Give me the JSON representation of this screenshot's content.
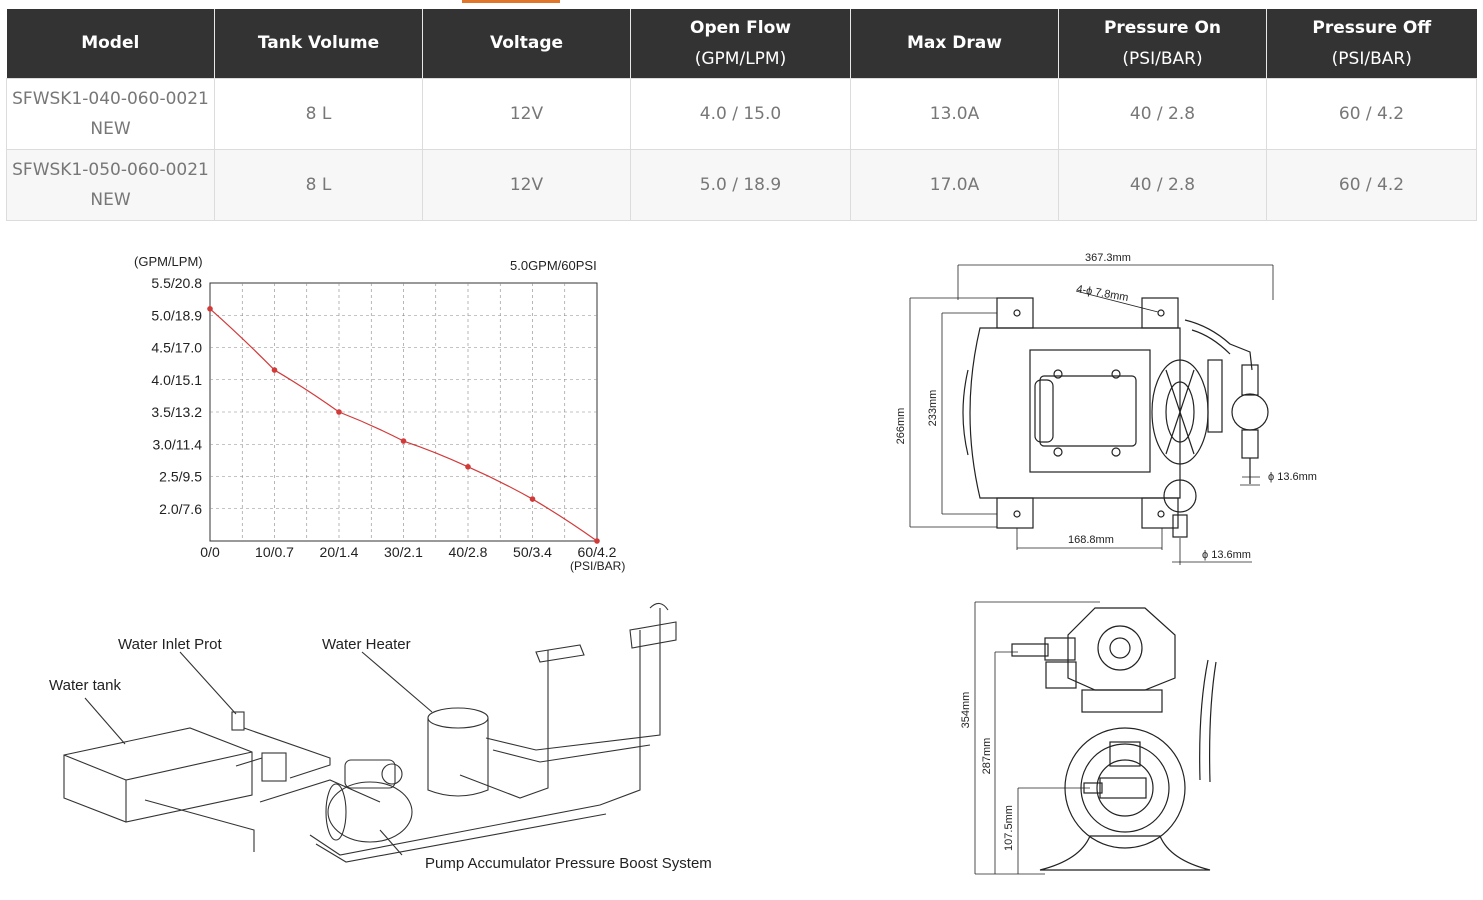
{
  "table": {
    "headers": [
      {
        "main": "Model",
        "sub": ""
      },
      {
        "main": "Tank Volume",
        "sub": ""
      },
      {
        "main": "Voltage",
        "sub": ""
      },
      {
        "main": "Open Flow",
        "sub": "(GPM/LPM)"
      },
      {
        "main": "Max Draw",
        "sub": ""
      },
      {
        "main": "Pressure On",
        "sub": "(PSI/BAR)"
      },
      {
        "main": "Pressure Off",
        "sub": "(PSI/BAR)"
      }
    ],
    "rows": [
      {
        "model": "SFWSK1-040-060-0021",
        "model_tag": "NEW",
        "tank": "8 L",
        "voltage": "12V",
        "flow": "4.0 / 15.0",
        "draw": "13.0A",
        "p_on": "40 / 2.8",
        "p_off": "60 / 4.2"
      },
      {
        "model": "SFWSK1-050-060-0021",
        "model_tag": "NEW",
        "tank": "8 L",
        "voltage": "12V",
        "flow": "5.0 / 18.9",
        "draw": "17.0A",
        "p_on": "40 / 2.8",
        "p_off": "60 / 4.2"
      }
    ]
  },
  "chart_data": {
    "type": "line",
    "title": "5.0GPM/60PSI",
    "ylabel": "(GPM/LPM)",
    "xlabel": "(PSI/BAR)",
    "x_ticks": [
      "0/0",
      "10/0.7",
      "20/1.4",
      "30/2.1",
      "40/2.8",
      "50/3.4",
      "60/4.2"
    ],
    "y_ticks": [
      "2.0/7.6",
      "2.5/9.5",
      "3.0/11.4",
      "3.5/13.2",
      "4.0/15.1",
      "4.5/17.0",
      "5.0/18.9",
      "5.5/20.8"
    ],
    "xlim": [
      0,
      60
    ],
    "ylim": [
      1.5,
      5.5
    ],
    "grid": true,
    "series": [
      {
        "x": [
          0,
          10,
          20,
          30,
          40,
          50,
          60
        ],
        "y": [
          5.1,
          4.15,
          3.5,
          3.05,
          2.65,
          2.15,
          1.5
        ]
      }
    ],
    "line_color": "#d23a3a"
  },
  "drawing_top": {
    "width_label": "367.3mm",
    "holes_label": "4-ϕ 7.8mm",
    "height_outer": "266mm",
    "height_inner": "233mm",
    "bottom_label": "168.8mm",
    "port_right": "ϕ 13.6mm",
    "port_bottom": "ϕ 13.6mm"
  },
  "drawing_side": {
    "h1": "354mm",
    "h2": "287mm",
    "h3": "107.5mm"
  },
  "diagram": {
    "labels": {
      "tank": "Water tank",
      "inlet": "Water Inlet Prot",
      "heater": "Water Heater",
      "system": "Pump Accumulator Pressure Boost System"
    }
  },
  "colors": {
    "header_bg": "#333333",
    "accent": "#e0762b"
  }
}
